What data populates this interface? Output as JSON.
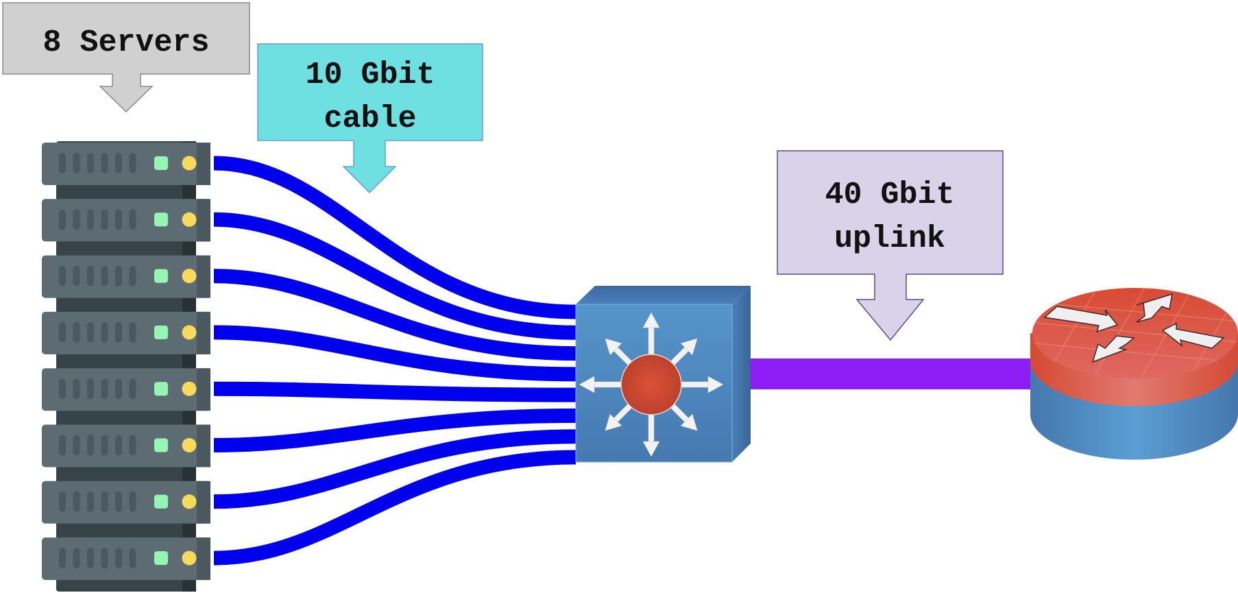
{
  "callouts": {
    "servers": {
      "label": "8 Servers",
      "fill": "#d0d0d0",
      "stroke": "#8a8a8a"
    },
    "cable": {
      "lines": [
        "10 Gbit",
        "cable"
      ],
      "fill": "#6ee0e2",
      "stroke": "#6a9bd8"
    },
    "uplink": {
      "lines": [
        "40 Gbit",
        "uplink"
      ],
      "fill": "#d8d3e8",
      "stroke": "#5a4a8a"
    }
  },
  "servers": {
    "count": 8,
    "body_color": "#5d6b73",
    "vent_color": "#4b5860",
    "led_green": "#95f5b2",
    "led_yellow": "#f7d95c",
    "rack_color": "#36444a"
  },
  "links": {
    "server_cable_color": "#0000ee",
    "server_cable_speed": "10 Gbit",
    "uplink_color": "#8e1cf5",
    "uplink_speed": "40 Gbit"
  },
  "devices": {
    "switch": {
      "name": "multilayer-switch",
      "front": "#4e8cc2",
      "top": "#3f74a8",
      "side": "#3d6ea3",
      "core": "#d24a33"
    },
    "router": {
      "name": "router",
      "top": "#d94f38",
      "side_red": "#d9533d",
      "body": "#4f8fc6"
    }
  }
}
